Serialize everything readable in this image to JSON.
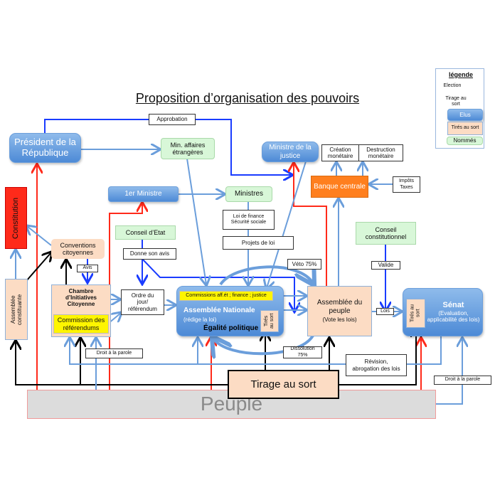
{
  "title": "Proposition d’organisation des pouvoirs",
  "legend": {
    "heading": "légende",
    "election": "Election",
    "tirage": "Tirage au sort",
    "elus": "Elus",
    "tires": "Tirés au sort",
    "nommes": "Nommés",
    "colors": {
      "election": "#ff2a1a",
      "tirage": "#000000",
      "elus": "#5b95dc",
      "tires": "#fcdcc4",
      "nommes": "#d8f7d8"
    }
  },
  "nodes": {
    "approbation": "Approbation",
    "president": "Président de la République",
    "min_affaires": "Min. affaires étrangères",
    "ministre_justice": "Ministre de la justice",
    "creation": "Création monétaire",
    "destruction": "Destruction monétaire",
    "banque": "Banque centrale",
    "impots": "Impôts Taxes",
    "constitution": "Constitution",
    "premier_ministre": "1er Ministre",
    "ministres": "Ministres",
    "loi_finance": "Loi de finance Sécurité sociale",
    "projets_loi": "Projets de loi",
    "conseil_etat": "Conseil d’Etat",
    "conventions": "Conventions citoyennes",
    "donne_avis": "Donne son avis",
    "conseil_const": "Conseil constitutionnel",
    "avis": "Avis",
    "veto": "Véto 75%",
    "valide": "Valide",
    "assemblee_constituante": "Assemblée constituante",
    "chambre": "Chambre d’Initiatives Citoyenne",
    "commission_ref": "Commission des référendums",
    "ordre_jour": "Ordre du jour/ référendum",
    "commissions": "Commissions aff.ét ; finance ; justice",
    "an_title": "Assemblée Nationale",
    "an_sub": "(rédige la loi)",
    "an_egalite": "Égalité politique",
    "tires_au_sort": "Tirés au sort",
    "ap_title": "Assemblée du peuple",
    "ap_sub": "(Vote les lois)",
    "lois": "Lois",
    "senat_title": "Sénat",
    "senat_sub": "(Evaluation, applicabilité des lois)",
    "dissolution": "Dissolution 75%",
    "droit_parole": "Droit à la parole",
    "revision": "Révision, abrogation des lois",
    "tirage": "Tirage au sort",
    "peuple": "Peuple"
  }
}
